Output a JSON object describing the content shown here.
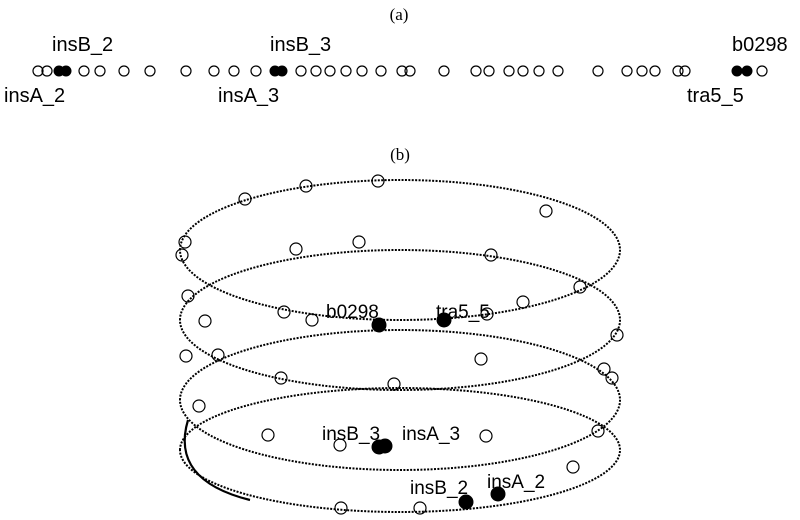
{
  "panel_a": {
    "label": "(a)",
    "genes": [
      {
        "name": "insB_2",
        "label": "insB_2"
      },
      {
        "name": "insA_2",
        "label": "insA_2"
      },
      {
        "name": "insB_3",
        "label": "insB_3"
      },
      {
        "name": "insA_3",
        "label": "insA_3"
      },
      {
        "name": "b0298",
        "label": "b0298"
      },
      {
        "name": "tra5_5",
        "label": "tra5_5"
      }
    ]
  },
  "panel_b": {
    "label": "(b)",
    "genes": [
      {
        "name": "b0298",
        "label": "b0298"
      },
      {
        "name": "tra5_5",
        "label": "tra5_5"
      },
      {
        "name": "insB_3",
        "label": "insB_3"
      },
      {
        "name": "insA_3",
        "label": "insA_3"
      },
      {
        "name": "insB_2",
        "label": "insB_2"
      },
      {
        "name": "insA_2",
        "label": "insA_2"
      }
    ]
  }
}
